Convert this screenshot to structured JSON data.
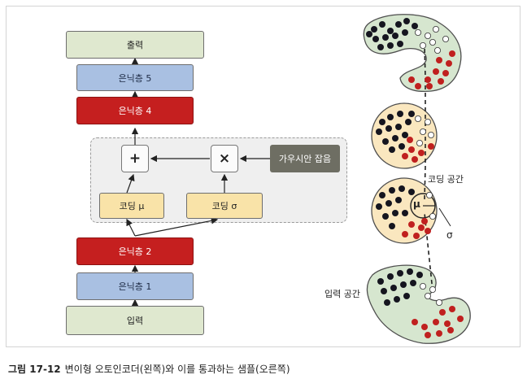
{
  "encoder_decoder": {
    "output": "출력",
    "hidden5": "은닉층 5",
    "hidden4": "은닉층 4",
    "plus": "+",
    "times": "×",
    "noise": "가우시안 잡음",
    "coding_mu": "코딩 μ",
    "coding_sigma": "코딩 σ",
    "hidden2": "은닉층 2",
    "hidden1": "은닉층 1",
    "input": "입력"
  },
  "right_panel": {
    "coding_space": "코딩 공간",
    "input_space": "입력 공간",
    "sigma": "σ",
    "mu": "μ",
    "colors": {
      "black_dot": "#15151f",
      "red_dot": "#c0201f",
      "white_dot": "#ffffff",
      "blob": "#d6e6cf",
      "circle": "#fae7bf"
    }
  },
  "caption": {
    "number": "그림 17-12",
    "text": "변이형 오토인코더(왼쪽)와 이를 통과하는 샘플(오른쪽)"
  }
}
